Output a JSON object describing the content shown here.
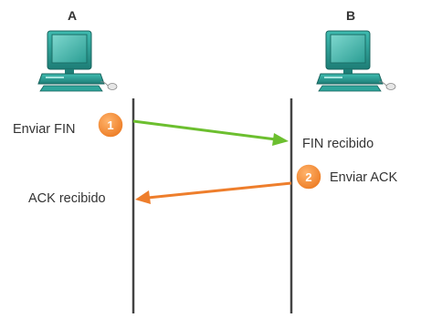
{
  "hosts": {
    "a": {
      "label": "A",
      "icon": "computer-icon"
    },
    "b": {
      "label": "B",
      "icon": "computer-icon"
    }
  },
  "steps": [
    {
      "number": "1",
      "send_label": "Enviar FIN",
      "receive_label": "FIN recibido",
      "direction": "A-to-B",
      "color": "#6cbf2f"
    },
    {
      "number": "2",
      "send_label": "Enviar ACK",
      "receive_label": "ACK recibido",
      "direction": "B-to-A",
      "color": "#ee7e2c"
    }
  ],
  "colors": {
    "step_badge": "#f08a35",
    "timeline": "#444444",
    "monitor_screen": "#35b5a9",
    "monitor_frame": "#1f7f78"
  }
}
